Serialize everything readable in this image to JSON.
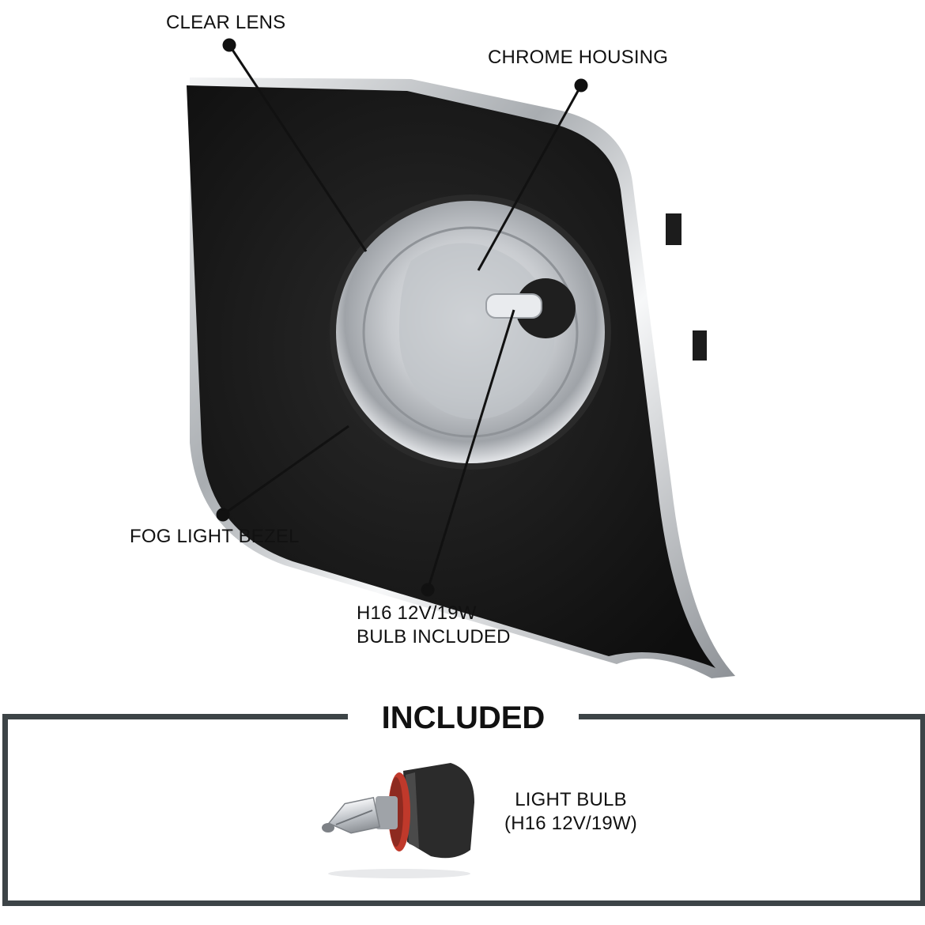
{
  "callouts": {
    "clear_lens": "CLEAR LENS",
    "chrome_housing": "CHROME HOUSING",
    "fog_light_bezel": "FOG LIGHT BEZEL",
    "bulb_line1": "H16 12V/19W",
    "bulb_line2": "BULB INCLUDED"
  },
  "included": {
    "title": "INCLUDED",
    "item_line1": "LIGHT BULB",
    "item_line2": "(H16 12V/19W)"
  },
  "colors": {
    "bezel": "#141414",
    "chrome": "#d9dcdf",
    "frame": "#3d4447",
    "text": "#111111",
    "bulb_base": "#c0392b"
  }
}
